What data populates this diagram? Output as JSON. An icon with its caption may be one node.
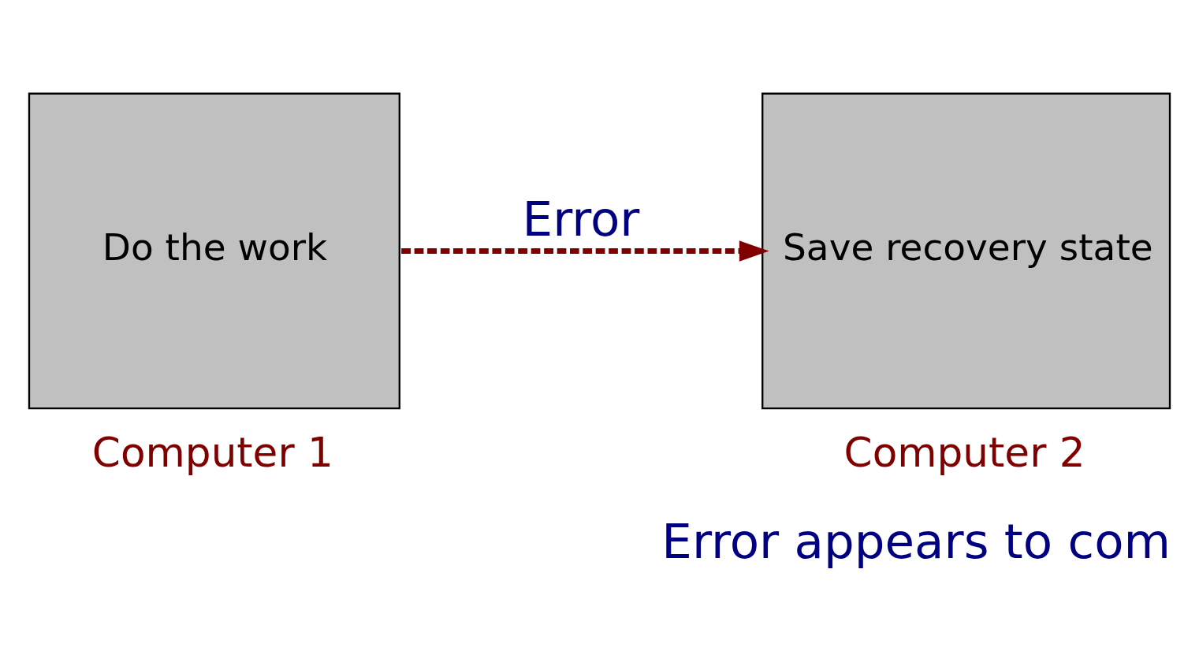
{
  "diagram": {
    "caption": "Error appears to com",
    "nodes": [
      {
        "text": [
          "Do the work"
        ],
        "beside": [
          "Computer 1"
        ]
      },
      {
        "text": [
          "Save recovery state"
        ],
        "beside": [
          "Computer 2"
        ]
      }
    ],
    "edges": [
      {
        "from": 0,
        "to": 1,
        "arrow": "to",
        "label": "Error",
        "style": "dashed",
        "color": "#800000"
      }
    ]
  }
}
